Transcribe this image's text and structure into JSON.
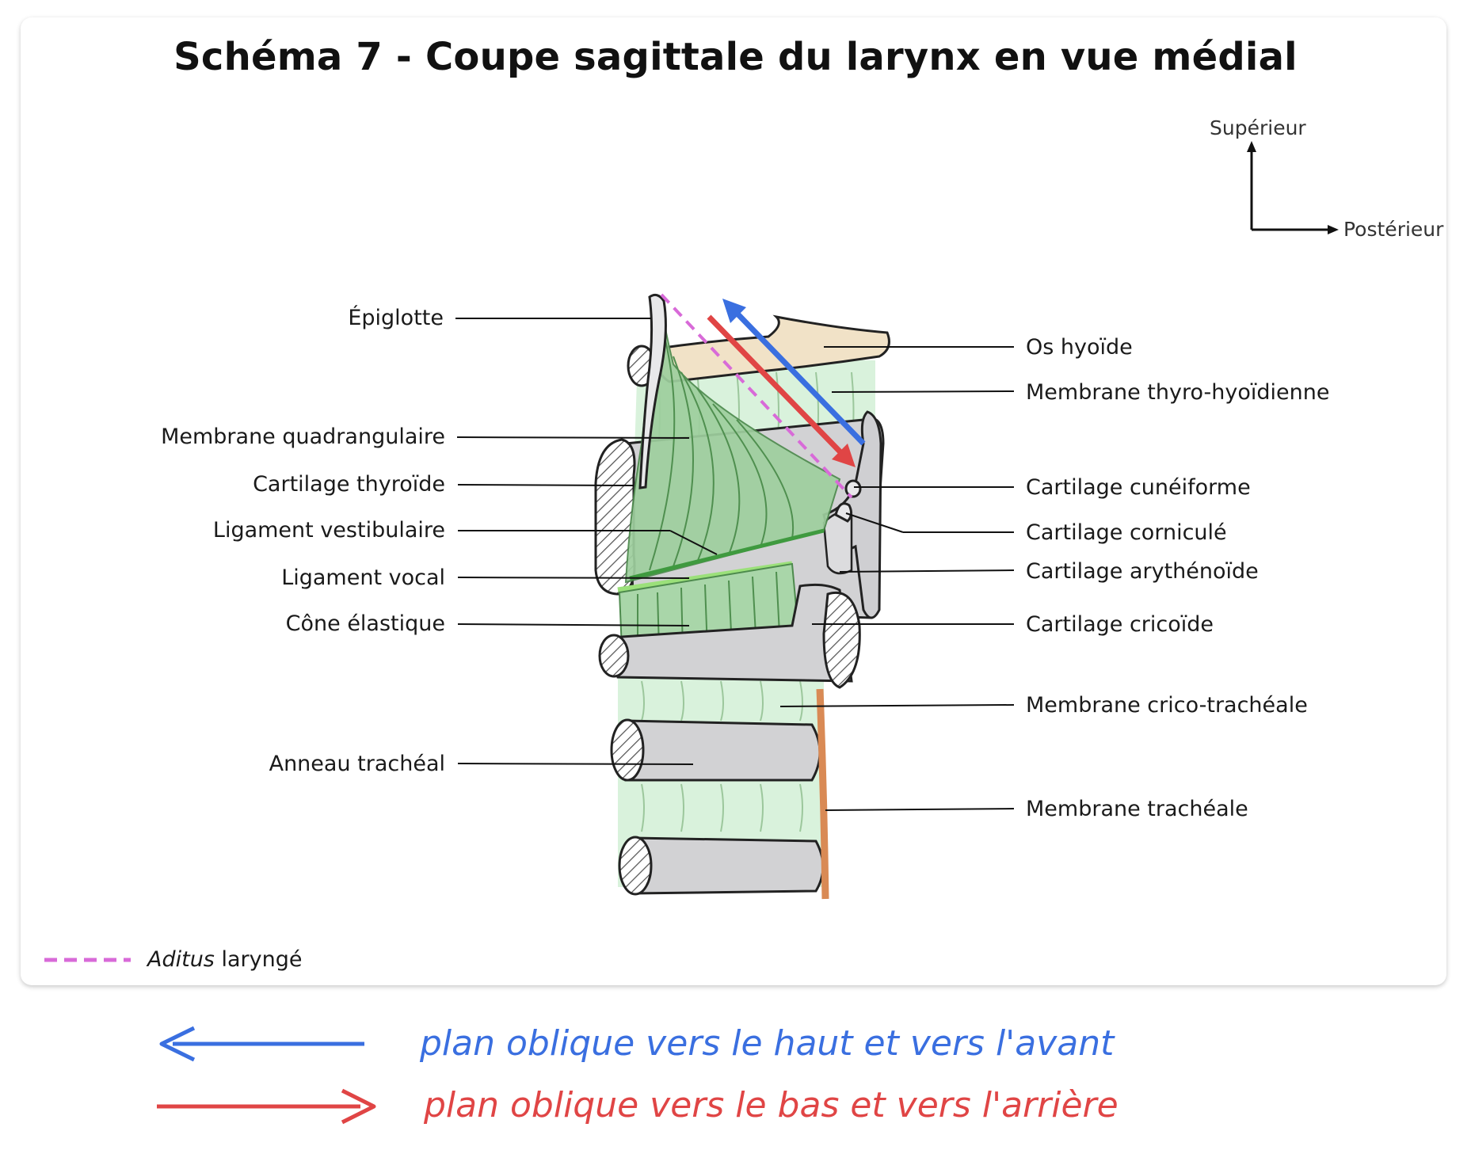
{
  "title": "Schéma 7 - Coupe sagittale du larynx en vue médial",
  "orientation": {
    "up": "Supérieur",
    "right": "Postérieur"
  },
  "labels_left": [
    {
      "id": "epiglotte",
      "text": "Épiglotte"
    },
    {
      "id": "membrane-quadrangulaire",
      "text": "Membrane quadrangulaire"
    },
    {
      "id": "cartilage-thyroide",
      "text": "Cartilage thyroïde"
    },
    {
      "id": "ligament-vestibulaire",
      "text": "Ligament vestibulaire"
    },
    {
      "id": "ligament-vocal",
      "text": "Ligament vocal"
    },
    {
      "id": "cone-elastique",
      "text": "Cône élastique"
    },
    {
      "id": "anneau-tracheal",
      "text": "Anneau trachéal"
    }
  ],
  "labels_right": [
    {
      "id": "os-hyoide",
      "text": "Os hyoïde"
    },
    {
      "id": "membrane-thyro-hyoidienne",
      "text": "Membrane thyro-hyoïdienne"
    },
    {
      "id": "cartilage-cuneiforme",
      "text": "Cartilage cunéiforme"
    },
    {
      "id": "cartilage-cornicule",
      "text": "Cartilage corniculé"
    },
    {
      "id": "cartilage-arythenoide",
      "text": "Cartilage arythénoïde"
    },
    {
      "id": "cartilage-cricoide",
      "text": "Cartilage cricoïde"
    },
    {
      "id": "membrane-crico-tracheale",
      "text": "Membrane crico-trachéale"
    },
    {
      "id": "membrane-tracheale",
      "text": "Membrane trachéale"
    }
  ],
  "legend": {
    "italic": "Aditus",
    "rest": " laryngé",
    "color": "#d86ad8"
  },
  "notes": [
    {
      "text": "plan oblique vers le haut et vers l'avant",
      "color": "#3a6fe0"
    },
    {
      "text": "plan oblique vers le bas et vers l'arrière",
      "color": "#e04545"
    }
  ],
  "colors": {
    "membrane": "#d9f2dc",
    "quadrangular": "#9ecf9e",
    "cartilage": "#d2d2d4",
    "hyoid": "#f1e2c7",
    "trachealis": "#d98a55",
    "vestibular": "#3f9a3f",
    "vocal": "#9be07a"
  }
}
